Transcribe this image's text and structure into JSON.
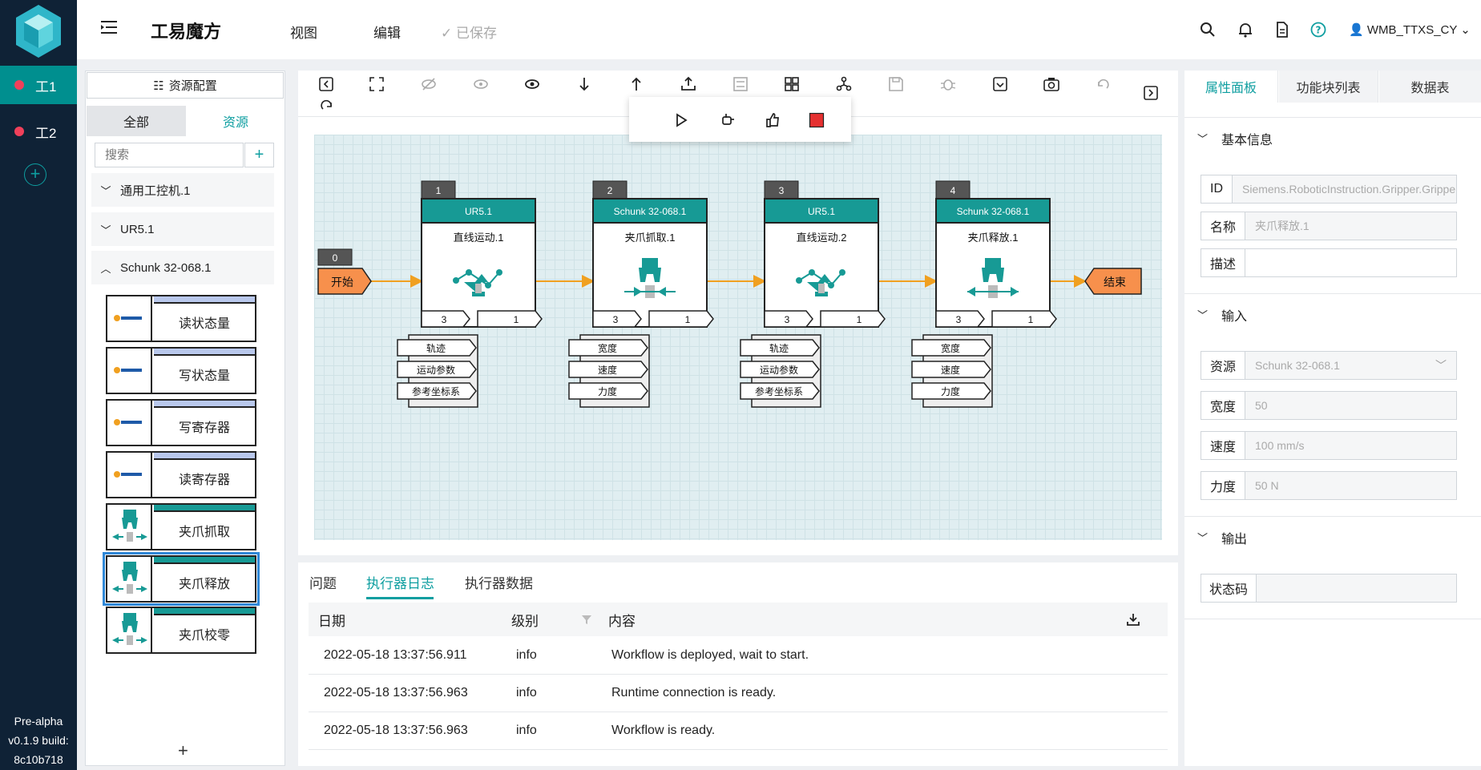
{
  "app": {
    "title": "工易魔方",
    "menu_view": "视图",
    "menu_edit": "编辑",
    "saved": "已保存",
    "user": "WMB_TTXS_CY",
    "version_line1": "Pre-alpha",
    "version_line2": "v0.1.9 build:",
    "version_line3": "8c10b718"
  },
  "workspaces": [
    {
      "label": "工1"
    },
    {
      "label": "工2"
    }
  ],
  "left": {
    "resource_config": "资源配置",
    "tab_all": "全部",
    "tab_resources": "资源",
    "search_placeholder": "搜索",
    "groups": [
      {
        "label": "通用工控机.1",
        "chev": "v"
      },
      {
        "label": "UR5.1",
        "chev": "v"
      },
      {
        "label": "Schunk 32-068.1",
        "chev": "^"
      }
    ],
    "cards": [
      {
        "label": "读状态量",
        "bar": "#b9c8ec",
        "icon": "modbus"
      },
      {
        "label": "写状态量",
        "bar": "#b9c8ec",
        "icon": "modbus"
      },
      {
        "label": "写寄存器",
        "bar": "#b9c8ec",
        "icon": "modbus"
      },
      {
        "label": "读寄存器",
        "bar": "#b9c8ec",
        "icon": "modbus"
      },
      {
        "label": "夹爪抓取",
        "bar": "#179a95",
        "icon": "gripper"
      },
      {
        "label": "夹爪释放",
        "bar": "#179a95",
        "icon": "gripper",
        "selected": true
      },
      {
        "label": "夹爪校零",
        "bar": "#179a95",
        "icon": "gripper"
      }
    ]
  },
  "flow": {
    "start": {
      "label": "开始",
      "index": "0"
    },
    "end": {
      "label": "结束"
    },
    "nodes": [
      {
        "index": "1",
        "resource": "UR5.1",
        "name": "直线运动.1",
        "icon": "robot-arm",
        "in": "3",
        "out": "1",
        "params": [
          "轨迹",
          "运动参数",
          "参考坐标系"
        ]
      },
      {
        "index": "2",
        "resource": "Schunk 32-068.1",
        "name": "夹爪抓取.1",
        "icon": "gripper-grab",
        "in": "3",
        "out": "1",
        "params": [
          "宽度",
          "速度",
          "力度"
        ]
      },
      {
        "index": "3",
        "resource": "UR5.1",
        "name": "直线运动.2",
        "icon": "robot-arm",
        "in": "3",
        "out": "1",
        "params": [
          "轨迹",
          "运动参数",
          "参考坐标系"
        ]
      },
      {
        "index": "4",
        "resource": "Schunk 32-068.1",
        "name": "夹爪释放.1",
        "icon": "gripper-release",
        "in": "3",
        "out": "1",
        "params": [
          "宽度",
          "速度",
          "力度"
        ]
      }
    ]
  },
  "bottom": {
    "tab_problems": "问题",
    "tab_log": "执行器日志",
    "tab_data": "执行器数据",
    "col_date": "日期",
    "col_level": "级别",
    "col_content": "内容",
    "rows": [
      {
        "date": "2022-05-18 13:37:56.911",
        "level": "info",
        "content": "Workflow is deployed, wait to start."
      },
      {
        "date": "2022-05-18 13:37:56.963",
        "level": "info",
        "content": "Runtime connection is ready."
      },
      {
        "date": "2022-05-18 13:37:56.963",
        "level": "info",
        "content": "Workflow is ready."
      }
    ]
  },
  "right": {
    "tab_props": "属性面板",
    "tab_blocks": "功能块列表",
    "tab_table": "数据表",
    "section_basic": "基本信息",
    "section_input": "输入",
    "section_output": "输出",
    "id_label": "ID",
    "id_value": "Siemens.RoboticInstruction.Gripper.GripperC",
    "name_label": "名称",
    "name_value": "夹爪释放.1",
    "desc_label": "描述",
    "resource_label": "资源",
    "resource_value": "Schunk 32-068.1",
    "width_label": "宽度",
    "width_value": "50",
    "speed_label": "速度",
    "speed_value": "100 mm/s",
    "force_label": "力度",
    "force_value": "50 N",
    "status_label": "状态码"
  },
  "colors": {
    "teal": "#179a95",
    "orange": "#f7904c",
    "accent": "#0e9ea0",
    "stop": "#e53030"
  }
}
